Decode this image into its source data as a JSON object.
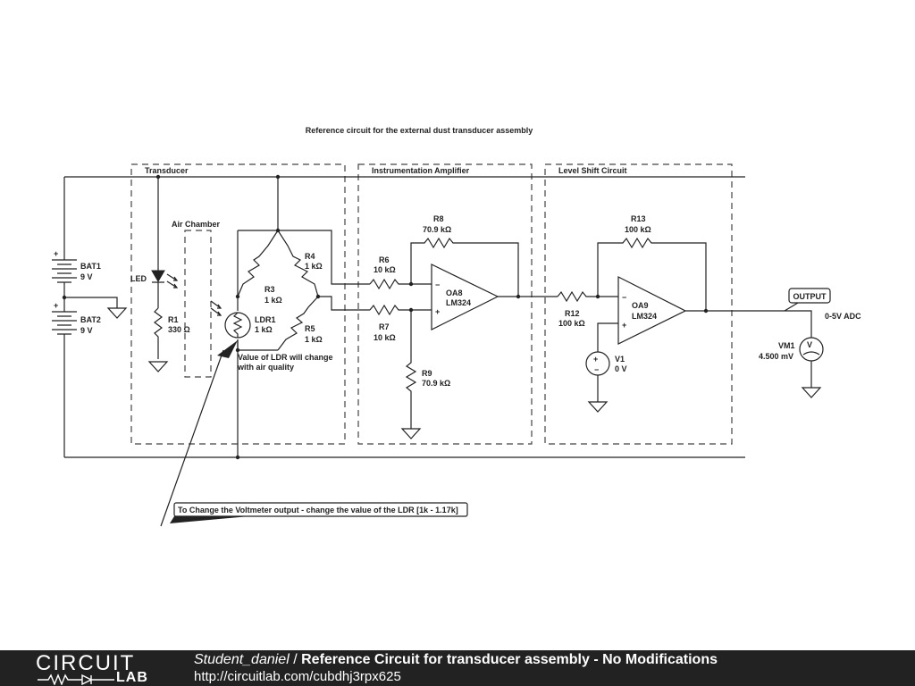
{
  "diagram": {
    "title": "Reference circuit for the external dust transducer assembly",
    "sections": {
      "transducer": "Transducer",
      "instrumentation_amplifier": "Instrumentation Amplifier",
      "level_shift": "Level Shift Circuit"
    },
    "air_chamber": "Air Chamber",
    "components": {
      "bat1": {
        "name": "BAT1",
        "value": "9 V"
      },
      "bat2": {
        "name": "BAT2",
        "value": "9 V"
      },
      "led": {
        "name": "LED"
      },
      "r1": {
        "name": "R1",
        "value": "330 Ω"
      },
      "ldr1": {
        "name": "LDR1",
        "value": "1 kΩ"
      },
      "r3": {
        "name": "R3",
        "value": "1 kΩ"
      },
      "r4": {
        "name": "R4",
        "value": "1 kΩ"
      },
      "r5": {
        "name": "R5",
        "value": "1 kΩ"
      },
      "r6": {
        "name": "R6",
        "value": "10 kΩ"
      },
      "r7": {
        "name": "R7",
        "value": "10 kΩ"
      },
      "r8": {
        "name": "R8",
        "value": "70.9 kΩ"
      },
      "r9": {
        "name": "R9",
        "value": "70.9 kΩ"
      },
      "oa8": {
        "name": "OA8",
        "value": "LM324"
      },
      "r12": {
        "name": "R12",
        "value": "100 kΩ"
      },
      "r13": {
        "name": "R13",
        "value": "100 kΩ"
      },
      "oa9": {
        "name": "OA9",
        "value": "LM324"
      },
      "v1": {
        "name": "V1",
        "value": "0 V"
      },
      "vm1": {
        "name": "VM1",
        "value": "4.500 mV"
      }
    },
    "ldr_note_line1": "Value of LDR will change",
    "ldr_note_line2": "with air quality",
    "output_label": "OUTPUT",
    "adc_label": "0-5V ADC",
    "callout": "To Change the Voltmeter output - change the value of the LDR [1k - 1.17k]"
  },
  "footer": {
    "logo_top": "CIRCUIT",
    "logo_bottom": "LAB",
    "user": "Student_daniel",
    "separator": " / ",
    "title": "Reference Circuit for transducer assembly - No Modifications",
    "url": "http://circuitlab.com/cubdhj3rpx625"
  }
}
